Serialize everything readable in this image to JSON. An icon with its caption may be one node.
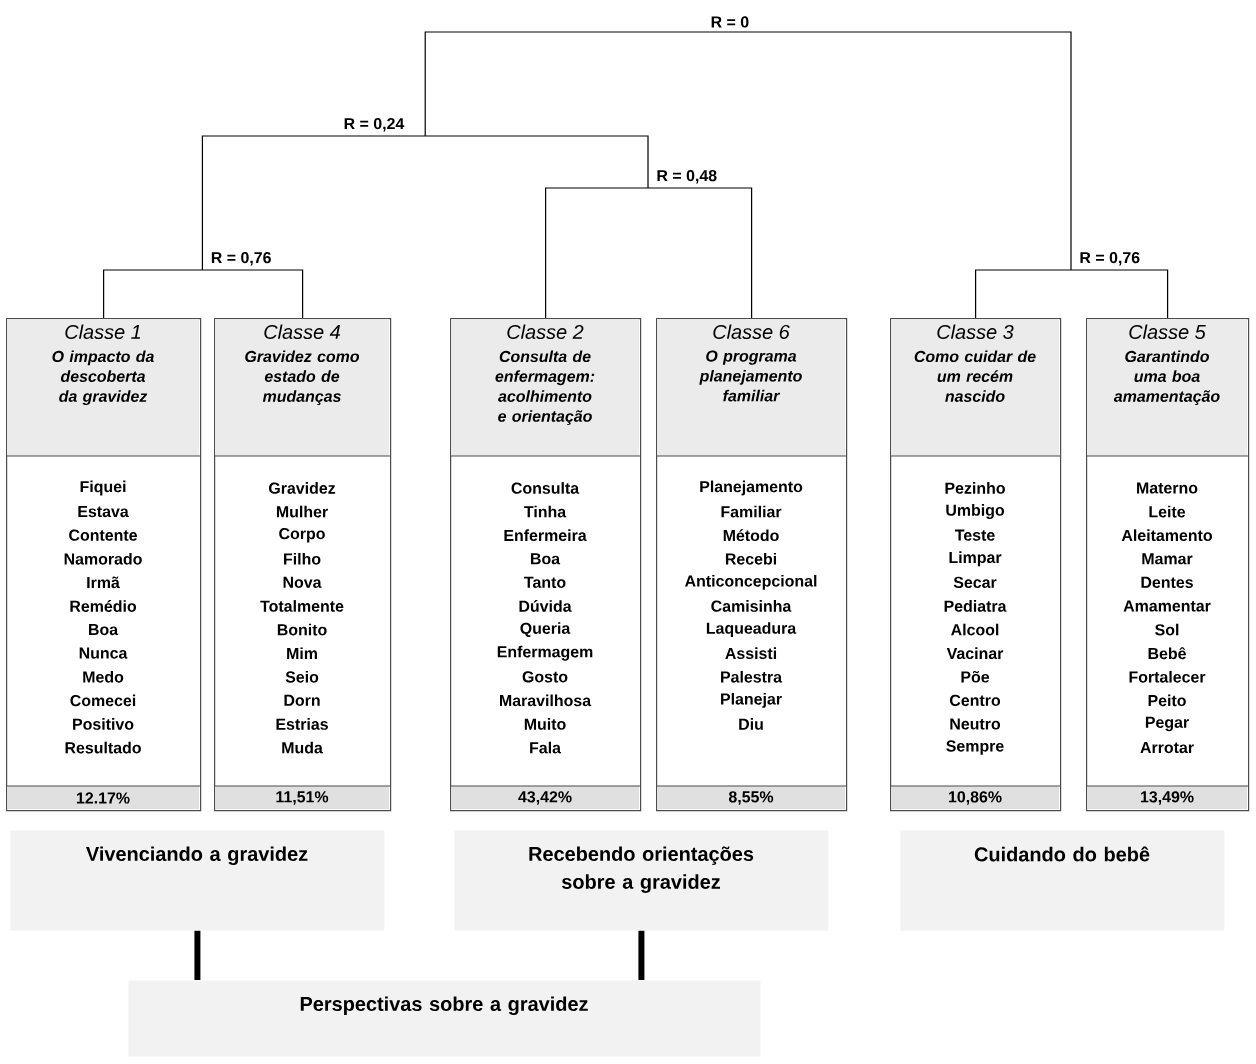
{
  "diagram": {
    "nodes": [
      {
        "text": [
          "Classe 1",
          "O impacto da descoberta da gravidez",
          "Fiquei",
          "Estava",
          "Contente",
          "Namorado",
          "Irmã",
          "Remédio",
          "Boa",
          "Nunca",
          "Medo",
          "Comecei",
          "Positivo",
          "Resultado",
          "12.17%"
        ]
      },
      {
        "text": [
          "Classe 4",
          "Gravidez como estado de mudanças",
          "Gravidez",
          "Mulher",
          "Corpo",
          "Filho",
          "Nova",
          "Totalmente",
          "Bonito",
          "Mim",
          "Seio",
          "Dorn",
          "Estrias",
          "Muda",
          "11,51%"
        ]
      },
      {
        "text": [
          "Classe 2",
          "Consulta de enfermagem: acolhimento e orientação",
          "Consulta",
          "Tinha",
          "Enfermeira",
          "Boa",
          "Tanto",
          "Dúvida",
          "Queria",
          "Enfermagem",
          "Gosto",
          "Maravilhosa",
          "Muito",
          "Fala",
          "43,42%"
        ]
      },
      {
        "text": [
          "Classe 6",
          "O programa planejamento familiar",
          "Planejamento",
          "Familiar",
          "Método",
          "Recebi",
          "Anticoncepcional",
          "Camisinha",
          "Laqueadura",
          "Assisti",
          "Palestra",
          "Planejar",
          "Diu",
          "8,55%"
        ]
      },
      {
        "text": [
          "Classe 3",
          "Como cuidar de um recém nascido",
          "Pezinho",
          "Umbigo",
          "Teste",
          "Limpar",
          "Secar",
          "Pediatra",
          "Alcool",
          "Vacinar",
          "Põe",
          "Centro",
          "Neutro",
          "Sempre",
          "10,86%"
        ]
      },
      {
        "text": [
          "Classe 5",
          "Garantindo uma boa amamentação",
          "Materno",
          "Leite",
          "Aleitamento",
          "Mamar",
          "Dentes",
          "Amamentar",
          "Sol",
          "Bebê",
          "Fortalecer",
          "Peito",
          "Pegar",
          "Arrotar",
          "13,49%"
        ]
      },
      {
        "text": [
          "Vivenciando a gravidez"
        ]
      },
      {
        "text": [
          "Recebendo orientações sobre a gravidez"
        ]
      },
      {
        "text": [
          "Cuidando do bebê"
        ]
      },
      {
        "text": [
          "Perspectivas sobre a gravidez"
        ]
      }
    ],
    "edges": [
      {
        "from": 0,
        "to": 1,
        "arrow": "none",
        "label": "R = 0,76"
      },
      {
        "from": 2,
        "to": 3,
        "arrow": "none",
        "label": "R = 0,48"
      },
      {
        "from": 4,
        "to": 5,
        "arrow": "none",
        "label": "R = 0,76"
      },
      {
        "from": 6,
        "to": 9,
        "arrow": "none",
        "style": "thick"
      },
      {
        "from": 7,
        "to": 9,
        "arrow": "none",
        "style": "thick"
      }
    ],
    "labels": [
      "R = 0",
      "R = 0,24"
    ]
  }
}
